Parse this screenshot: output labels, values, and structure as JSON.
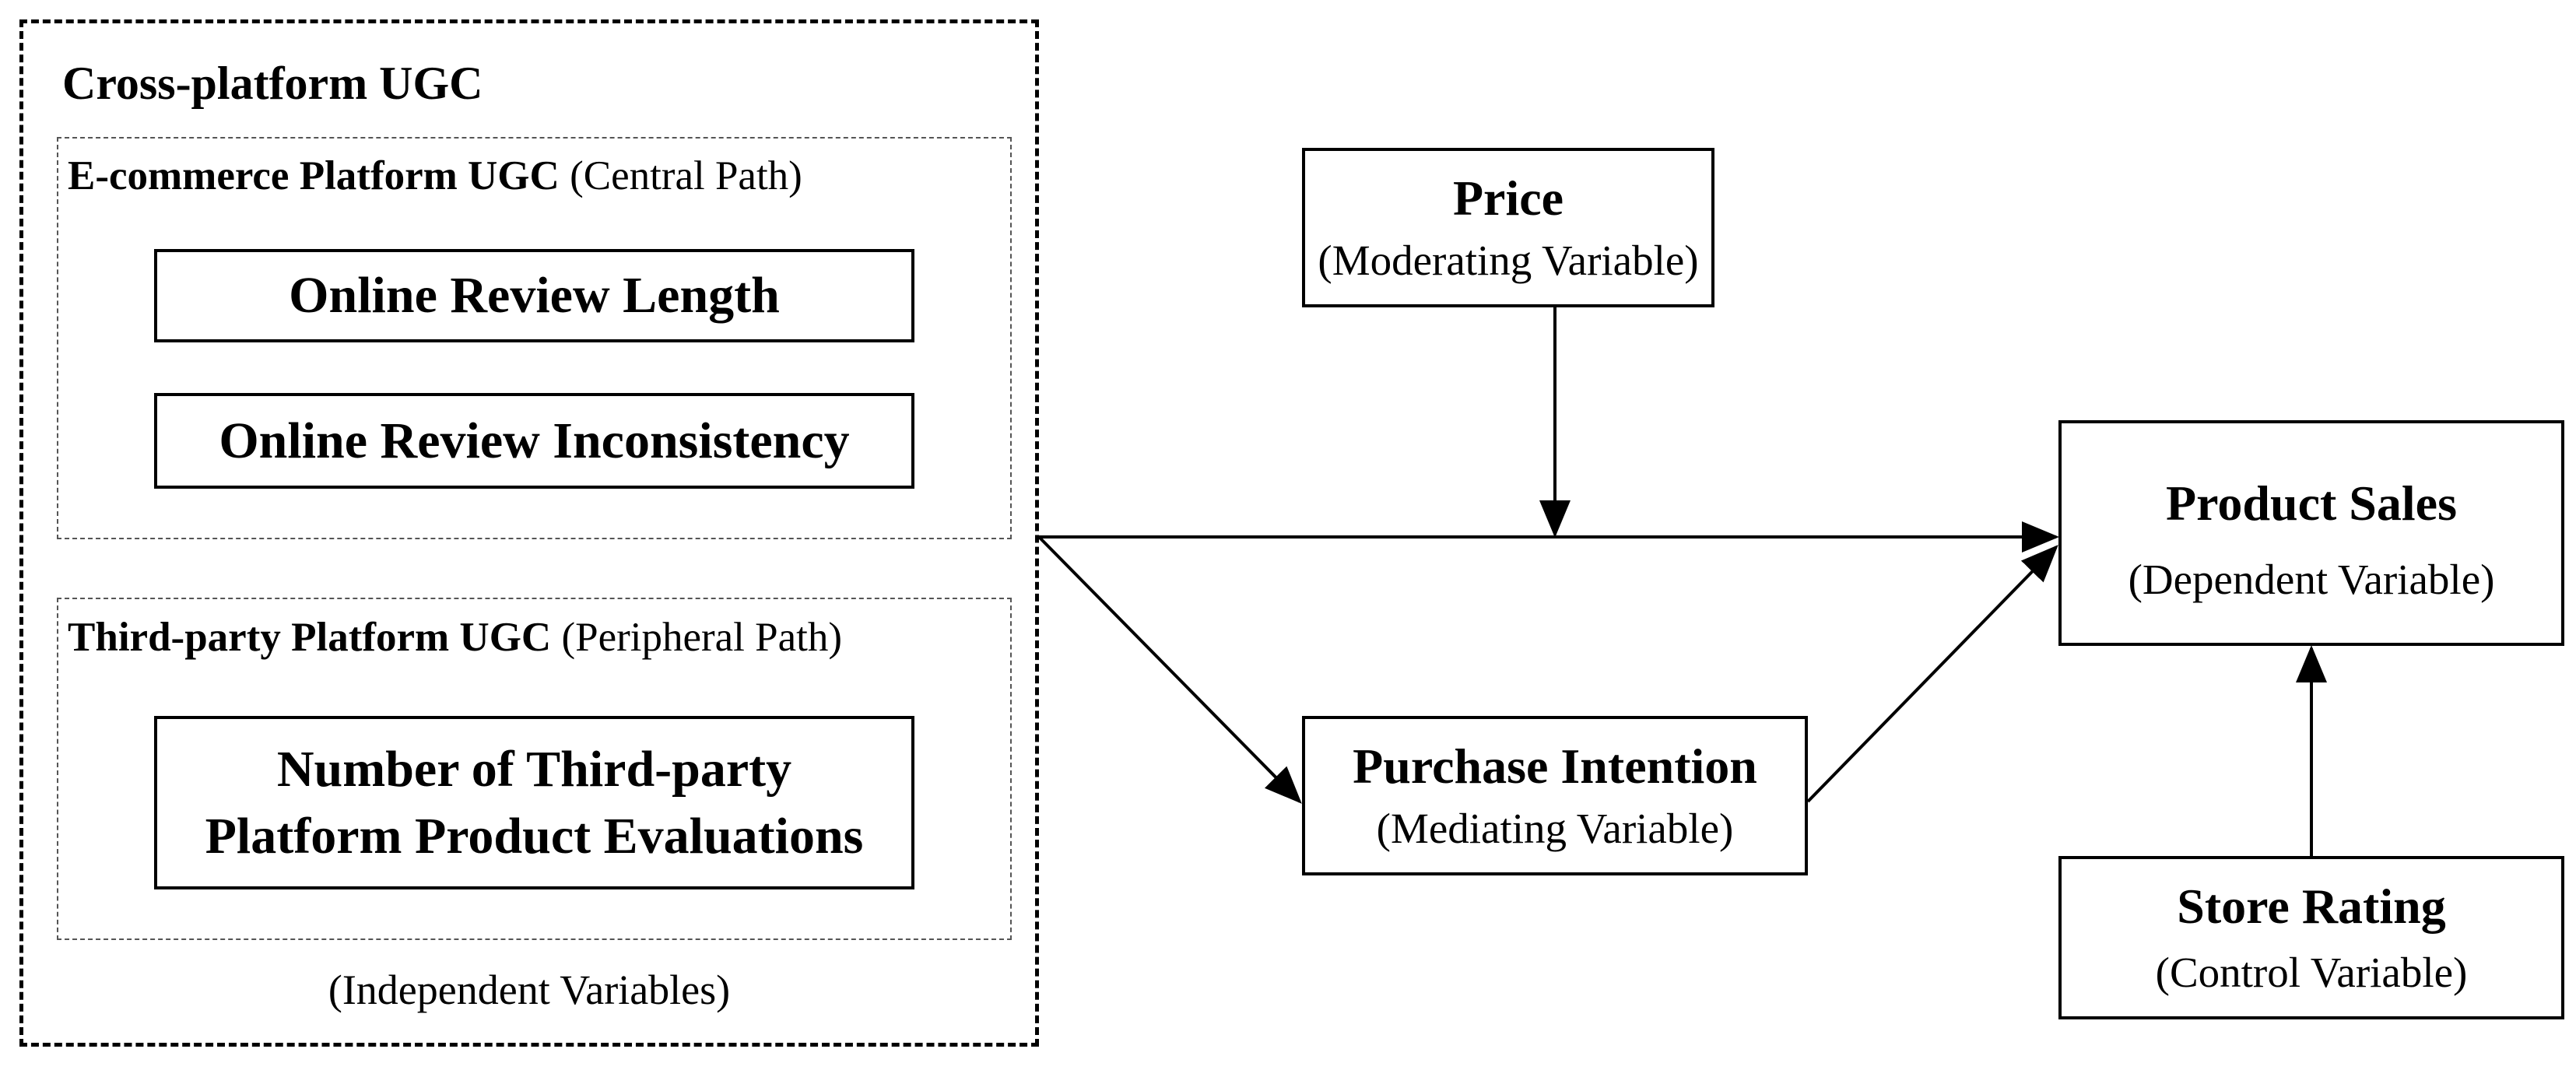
{
  "cross_platform": {
    "title": "Cross-platform UGC",
    "footer": "(Independent Variables)"
  },
  "ecommerce_group": {
    "title": "E-commerce Platform UGC",
    "path_label": "(Central Path)",
    "items": [
      "Online Review Length",
      "Online Review Inconsistency"
    ]
  },
  "third_party_group": {
    "title": "Third-party Platform UGC",
    "path_label": "(Peripheral Path)",
    "item_line1": "Number of Third-party",
    "item_line2": "Platform Product Evaluations"
  },
  "price": {
    "title": "Price",
    "role": "(Moderating Variable)"
  },
  "purchase_intention": {
    "title": "Purchase Intention",
    "role": "(Mediating Variable)"
  },
  "product_sales": {
    "title": "Product Sales",
    "role": "(Dependent Variable)"
  },
  "store_rating": {
    "title": "Store Rating",
    "role": "(Control Variable)"
  }
}
